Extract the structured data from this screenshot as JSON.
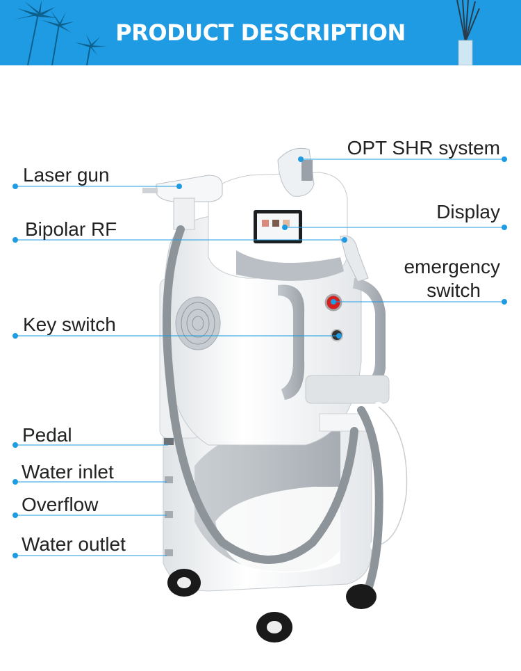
{
  "banner": {
    "title": "PRODUCT DESCRIPTION",
    "color": "#1e9be3"
  },
  "accent_color": "#1e9be3",
  "labels": {
    "laser_gun": "Laser gun",
    "bipolar_rf": "Bipolar RF",
    "key_switch": "Key switch",
    "pedal": "Pedal",
    "water_inlet": "Water inlet",
    "overflow": "Overflow",
    "water_outlet": "Water outlet",
    "opt_shr": "OPT SHR system",
    "display": "Display",
    "emergency_line1": "emergency",
    "emergency_line2": "switch"
  }
}
